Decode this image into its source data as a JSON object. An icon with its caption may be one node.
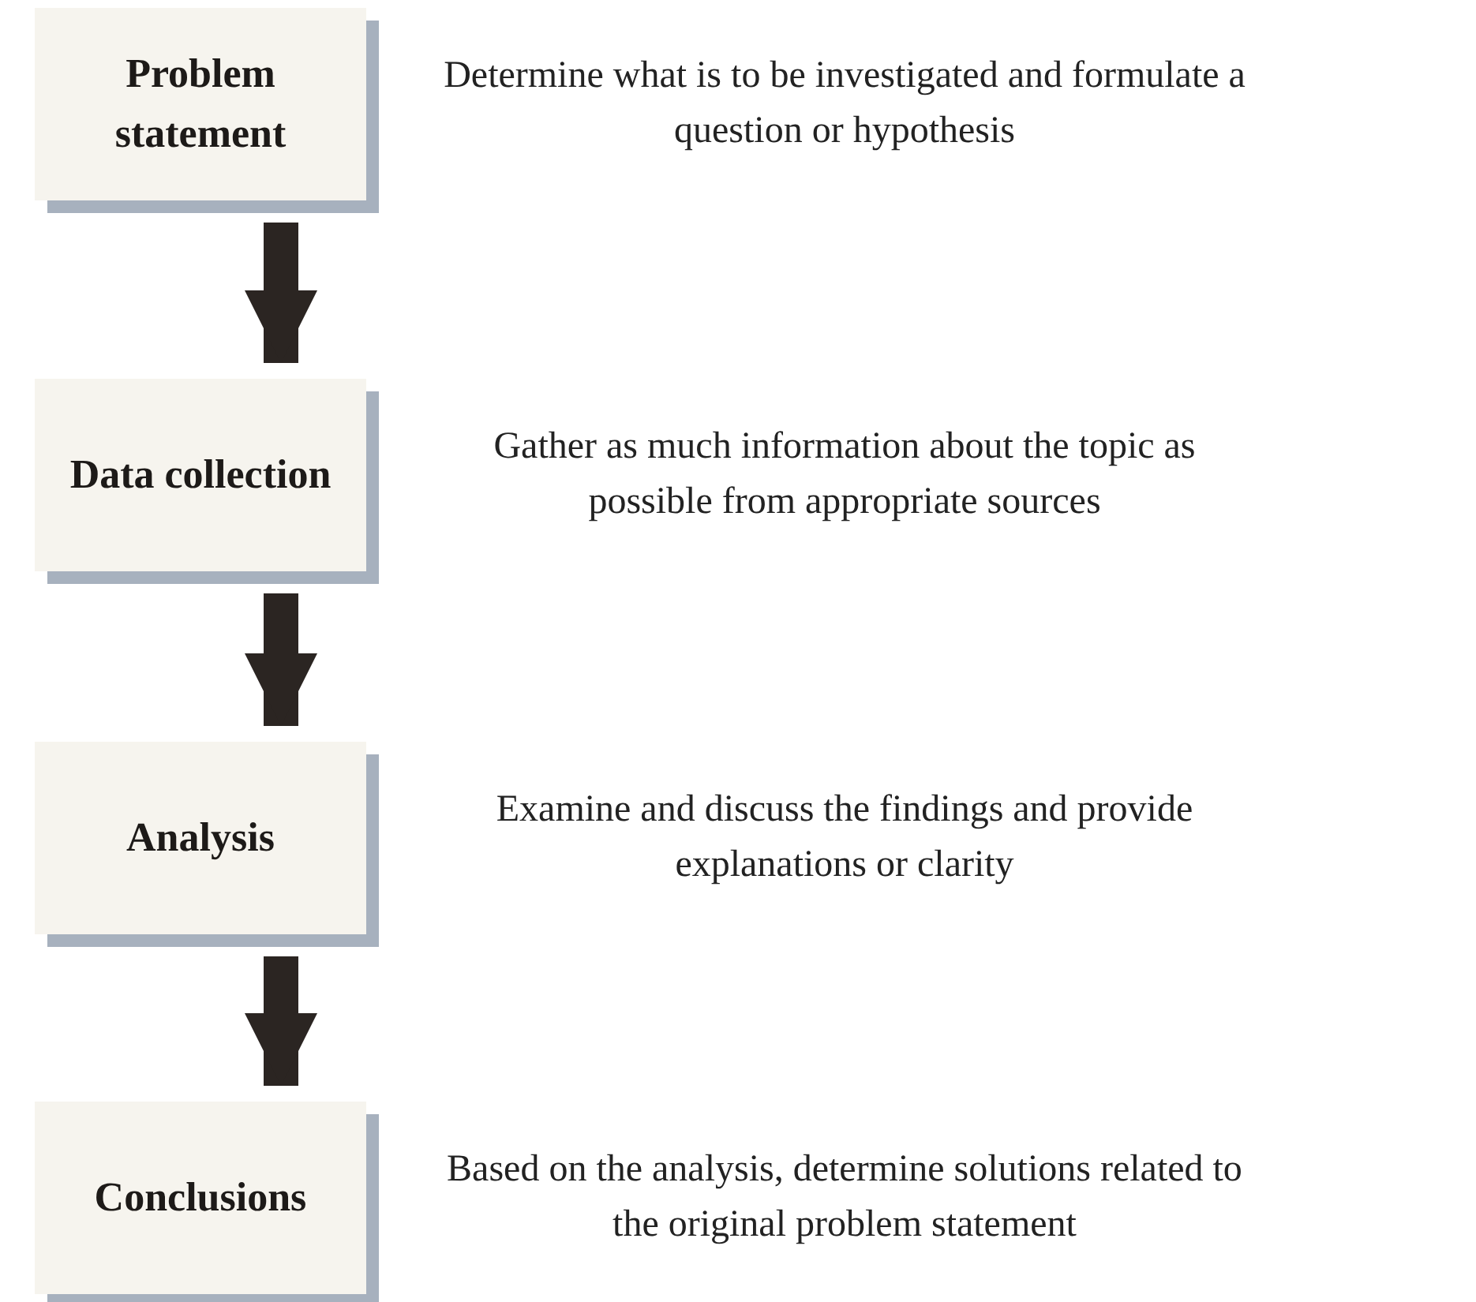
{
  "diagram": {
    "nodes": [
      {
        "text": [
          "Problem statement"
        ],
        "beside": [
          "Determine what is to be investigated and formulate a question or hypothesis"
        ]
      },
      {
        "text": [
          "Data collection"
        ],
        "beside": [
          "Gather as much information about the topic as possible from appropriate sources"
        ]
      },
      {
        "text": [
          "Analysis"
        ],
        "beside": [
          "Examine and discuss the findings and provide explanations or clarity"
        ]
      },
      {
        "text": [
          "Conclusions"
        ],
        "beside": [
          "Based on the analysis, determine solutions related to the original problem statement"
        ]
      }
    ],
    "edges": [
      {
        "from": 0,
        "to": 1,
        "arrow": "to"
      },
      {
        "from": 1,
        "to": 2,
        "arrow": "to"
      },
      {
        "from": 2,
        "to": 3,
        "arrow": "to"
      }
    ]
  }
}
